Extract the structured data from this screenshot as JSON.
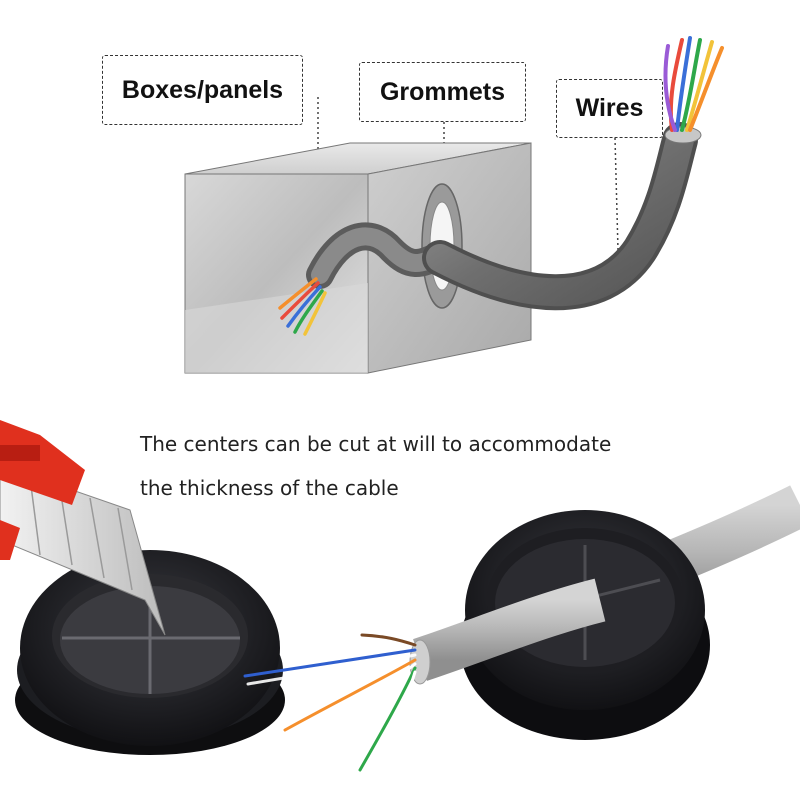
{
  "labels": {
    "boxes_panels": "Boxes/panels",
    "grommets": "Grommets",
    "wires": "Wires"
  },
  "caption": {
    "line1": "The centers can be cut at will to accommodate",
    "line2": "the thickness of the cable"
  },
  "colors": {
    "grommet_rubber": "#1a1b1f",
    "cable_jacket": "#b8b8b8",
    "box_metal": "#c9c9c9",
    "cutter_handle": "#e0301e"
  },
  "icons": [
    "box-illustration",
    "cable-illustration",
    "grommet-photo",
    "utility-knife-photo"
  ]
}
